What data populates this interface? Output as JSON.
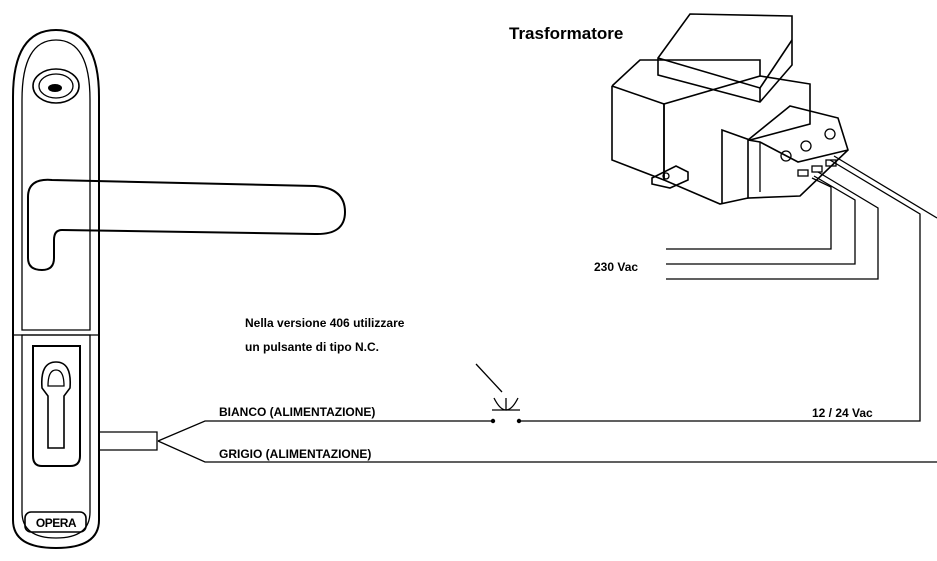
{
  "title": "Trasformatore",
  "labels": {
    "mains_voltage": "230 Vac",
    "output_voltage": "12 / 24 Vac",
    "note_line1": "Nella versione 406 utilizzare",
    "note_line2": "un pulsante di tipo N.C.",
    "wire_white": "BIANCO (ALIMENTAZIONE)",
    "wire_grey": "GRIGIO (ALIMENTAZIONE)",
    "brand": "OPERA"
  }
}
